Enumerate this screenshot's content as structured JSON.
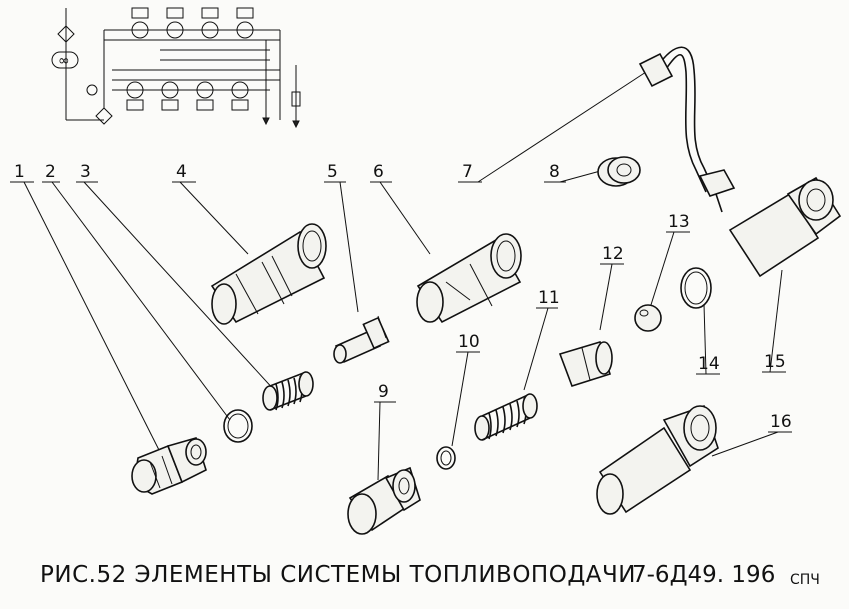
{
  "figure": {
    "caption_title": "РИС.52 ЭЛЕМЕНТЫ СИСТЕМЫ ТОПЛИВОПОДАЧИ",
    "caption_code": "7-6Д49. 196",
    "caption_suffix": "СПЧ"
  },
  "callouts": [
    "1",
    "2",
    "3",
    "4",
    "5",
    "6",
    "7",
    "8",
    "9",
    "10",
    "11",
    "12",
    "13",
    "14",
    "15",
    "16"
  ]
}
